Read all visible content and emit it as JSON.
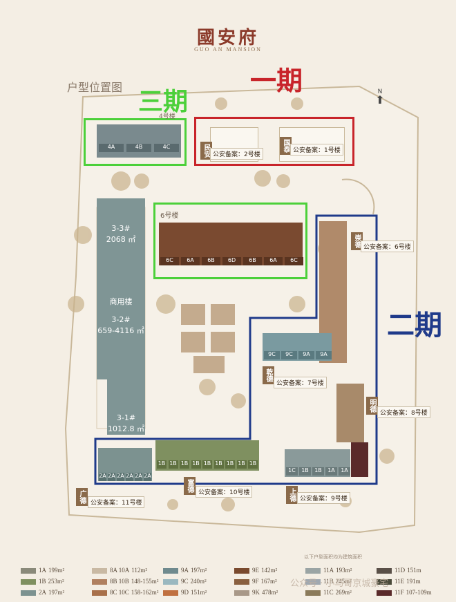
{
  "header": {
    "logo_cn": "國安府",
    "logo_en": "GUO AN MANSION"
  },
  "plan_title": "户型位置图",
  "compass_label": "N",
  "phases": {
    "phase1": "一期",
    "phase2": "二期",
    "phase3": "三期"
  },
  "colors": {
    "phase1": "#c8242a",
    "phase2": "#1f3a8a",
    "phase3": "#4cd03a"
  },
  "buildings": {
    "b4_label": "4号楼",
    "b6_label": "6号楼",
    "b33_name": "3-3#",
    "b33_area": "2068 ㎡",
    "b32_title": "商用楼",
    "b32_name": "3-2#",
    "b32_area": "659-4116 ㎡",
    "b31_name": "3-1#",
    "b31_area": "1012.8 ㎡",
    "minan": "民安",
    "minan_reg": "公安备案：2号楼",
    "guotai": "国泰",
    "guotai_reg": "公安备案：1号楼",
    "chongde": "崇德",
    "chongde_reg": "公安备案：6号楼",
    "qiande": "乾德",
    "qiande_reg": "公安备案：7号楼",
    "mingde": "明德",
    "mingde_reg": "公安备案：8号楼",
    "guangde": "广德",
    "guangde_reg": "公安备案：11号楼",
    "fude": "富德",
    "fude_reg": "公安备案：10号楼",
    "shangde": "上德",
    "shangde_reg": "公安备案：9号楼"
  },
  "b4_units": [
    "4A",
    "4B",
    "4C"
  ],
  "b6_units": [
    "6C",
    "6A",
    "6B",
    "6D",
    "6B",
    "6A",
    "6C"
  ],
  "b11_units": [
    "2A",
    "2A",
    "2A",
    "2A",
    "2A",
    "2A"
  ],
  "b10_units": [
    "1B",
    "1B",
    "1B",
    "1B",
    "1B",
    "1B",
    "1B",
    "1B",
    "1B"
  ],
  "b9_units": [
    "1C",
    "1B",
    "1B",
    "1A",
    "1A"
  ],
  "b7_units": [
    "9C",
    "9C",
    "9A",
    "9A"
  ],
  "note": "以下户型面积均为建筑面积",
  "legend": [
    {
      "code": "1A",
      "area": "199m²",
      "color": "#8a8a7a"
    },
    {
      "code": "8A 10A",
      "area": "112m²",
      "color": "#c9b9a3"
    },
    {
      "code": "9A",
      "area": "197m²",
      "color": "#6f8a8e"
    },
    {
      "code": "9E",
      "area": "142m²",
      "color": "#7a4a2e"
    },
    {
      "code": "11A",
      "area": "193m²",
      "color": "#9aa4a4"
    },
    {
      "code": "11D",
      "area": "151m",
      "color": "#5a5048"
    },
    {
      "code": "1B",
      "area": "253m²",
      "color": "#7f9060"
    },
    {
      "code": "8B 10B",
      "area": "148-155m²",
      "color": "#b08060"
    },
    {
      "code": "9C",
      "area": "240m²",
      "color": "#9ab8c0"
    },
    {
      "code": "9F",
      "area": "167m²",
      "color": "#8a6040"
    },
    {
      "code": "11B",
      "area": "245m²",
      "color": "#a0a8b0"
    },
    {
      "code": "11E",
      "area": "191m",
      "color": "#4a4a3a"
    },
    {
      "code": "2A",
      "area": "197m²",
      "color": "#7c9290"
    },
    {
      "code": "8C 10C",
      "area": "158-162m²",
      "color": "#a8704a"
    },
    {
      "code": "9D",
      "area": "151m²",
      "color": "#c07040"
    },
    {
      "code": "9K",
      "area": "478m²",
      "color": "#a89888"
    },
    {
      "code": "11C",
      "area": "269m²",
      "color": "#8a7a5a"
    },
    {
      "code": "11F",
      "area": "107-109m",
      "color": "#5a2a2a"
    }
  ],
  "watermark": "公众号 · 小马哥京城豪宅"
}
